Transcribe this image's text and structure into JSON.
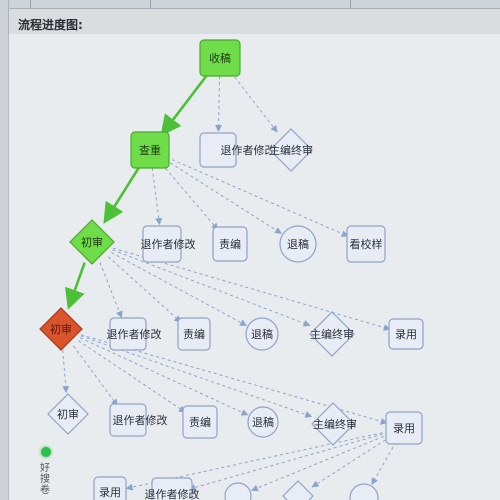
{
  "header": {
    "title": "流程进度图:"
  },
  "sidebar": {
    "label": "好搜卷"
  },
  "colors": {
    "done_fill": "#6fdc4a",
    "done_border": "#4aa82c",
    "current_fill": "#d9532b",
    "current_border": "#a8391a",
    "pending_fill": "#e8ecf4",
    "pending_border": "#8ea4c8",
    "done_edge": "#4cc036",
    "pending_edge": "#8aa4cc"
  },
  "nodes": [
    {
      "id": "n_shougao",
      "label": "收稿",
      "shape": "rect",
      "state": "done"
    },
    {
      "id": "n_chachong",
      "label": "查重",
      "shape": "rect",
      "state": "done"
    },
    {
      "id": "n_tui1",
      "label": "退作者修改",
      "shape": "rect",
      "state": "pending"
    },
    {
      "id": "n_zhubian1",
      "label": "主编终审",
      "shape": "diamond",
      "state": "pending"
    },
    {
      "id": "n_chushen1",
      "label": "初审",
      "shape": "diamond",
      "state": "done"
    },
    {
      "id": "n_tui2",
      "label": "退作者修改",
      "shape": "rect",
      "state": "pending"
    },
    {
      "id": "n_zebian1",
      "label": "责编",
      "shape": "rect",
      "state": "pending"
    },
    {
      "id": "n_tuigao1",
      "label": "退稿",
      "shape": "circle",
      "state": "pending"
    },
    {
      "id": "n_kanjiao",
      "label": "看校样",
      "shape": "rect",
      "state": "pending"
    },
    {
      "id": "n_chushen2",
      "label": "初审",
      "shape": "diamond",
      "state": "current"
    },
    {
      "id": "n_tui3",
      "label": "退作者修改",
      "shape": "rect",
      "state": "pending"
    },
    {
      "id": "n_zebian2",
      "label": "责编",
      "shape": "rect",
      "state": "pending"
    },
    {
      "id": "n_tuigao2",
      "label": "退稿",
      "shape": "circle",
      "state": "pending"
    },
    {
      "id": "n_zhubian2",
      "label": "主编终审",
      "shape": "diamond",
      "state": "pending"
    },
    {
      "id": "n_luyong1",
      "label": "录用",
      "shape": "rect",
      "state": "pending"
    },
    {
      "id": "n_chushen3",
      "label": "初审",
      "shape": "diamond",
      "state": "pending"
    },
    {
      "id": "n_tui4",
      "label": "退作者修改",
      "shape": "rect",
      "state": "pending"
    },
    {
      "id": "n_zebian3",
      "label": "责编",
      "shape": "rect",
      "state": "pending"
    },
    {
      "id": "n_tuigao3",
      "label": "退稿",
      "shape": "circle",
      "state": "pending"
    },
    {
      "id": "n_zhubian3",
      "label": "主编终审",
      "shape": "diamond",
      "state": "pending"
    },
    {
      "id": "n_luyong2",
      "label": "录用",
      "shape": "rect",
      "state": "pending"
    },
    {
      "id": "n_luyong3",
      "label": "录用",
      "shape": "rect",
      "state": "pending"
    },
    {
      "id": "n_tui5",
      "label": "退作者修改",
      "shape": "rect",
      "state": "pending"
    },
    {
      "id": "n_tuigao4",
      "label": "",
      "shape": "circle",
      "state": "pending"
    },
    {
      "id": "n_zhubian4",
      "label": "",
      "shape": "diamond",
      "state": "pending"
    },
    {
      "id": "n_extra",
      "label": "",
      "shape": "circle",
      "state": "pending"
    }
  ],
  "edges": [
    {
      "from": "n_shougao",
      "to": "n_chachong",
      "state": "done"
    },
    {
      "from": "n_shougao",
      "to": "n_tui1",
      "state": "pending"
    },
    {
      "from": "n_shougao",
      "to": "n_zhubian1",
      "state": "pending"
    },
    {
      "from": "n_chachong",
      "to": "n_chushen1",
      "state": "done"
    },
    {
      "from": "n_chachong",
      "to": "n_tui2",
      "state": "pending"
    },
    {
      "from": "n_chachong",
      "to": "n_zebian1",
      "state": "pending"
    },
    {
      "from": "n_chachong",
      "to": "n_tuigao1",
      "state": "pending"
    },
    {
      "from": "n_chachong",
      "to": "n_kanjiao",
      "state": "pending"
    },
    {
      "from": "n_chushen1",
      "to": "n_chushen2",
      "state": "done"
    },
    {
      "from": "n_chushen1",
      "to": "n_tui3",
      "state": "pending"
    },
    {
      "from": "n_chushen1",
      "to": "n_zebian2",
      "state": "pending"
    },
    {
      "from": "n_chushen1",
      "to": "n_tuigao2",
      "state": "pending"
    },
    {
      "from": "n_chushen1",
      "to": "n_zhubian2",
      "state": "pending"
    },
    {
      "from": "n_chushen1",
      "to": "n_luyong1",
      "state": "pending"
    },
    {
      "from": "n_chushen2",
      "to": "n_chushen3",
      "state": "pending"
    },
    {
      "from": "n_chushen2",
      "to": "n_tui4",
      "state": "pending"
    },
    {
      "from": "n_chushen2",
      "to": "n_zebian3",
      "state": "pending"
    },
    {
      "from": "n_chushen2",
      "to": "n_tuigao3",
      "state": "pending"
    },
    {
      "from": "n_chushen2",
      "to": "n_zhubian3",
      "state": "pending"
    },
    {
      "from": "n_chushen2",
      "to": "n_luyong2",
      "state": "pending"
    },
    {
      "from": "n_luyong2",
      "to": "n_luyong3",
      "state": "pending"
    },
    {
      "from": "n_luyong2",
      "to": "n_tui5",
      "state": "pending"
    },
    {
      "from": "n_luyong2",
      "to": "n_tuigao4",
      "state": "pending"
    },
    {
      "from": "n_luyong2",
      "to": "n_zhubian4",
      "state": "pending"
    },
    {
      "from": "n_luyong2",
      "to": "n_extra",
      "state": "pending"
    }
  ]
}
